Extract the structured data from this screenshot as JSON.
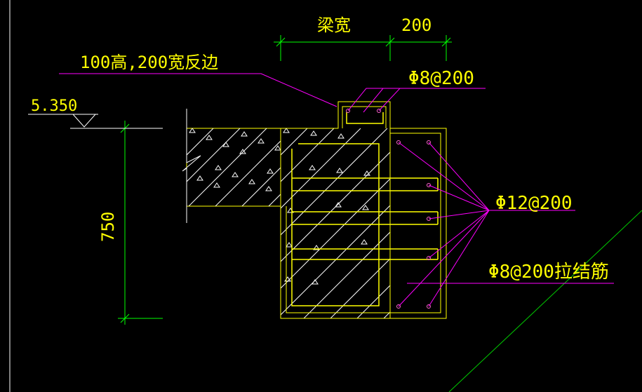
{
  "drawing": {
    "labels": {
      "beam_width": "梁宽",
      "extension_width": "200",
      "upturn_note": "100高,200宽反边",
      "elevation": "5.350",
      "height_dim": "750",
      "rebar_top": "Φ8@200",
      "rebar_side": "Φ12@200",
      "tie_bar": "Φ8@200拉结筋"
    },
    "colors": {
      "background": "#000000",
      "text": "#ffff00",
      "dimension": "#00ff00",
      "leader": "#ff00ff",
      "outline": "#ffff00",
      "hatch": "#ffffff",
      "rebar": "#ff66cc"
    },
    "icons": {
      "elevation_marker": "triangle-elevation-icon",
      "break_line": "break-line-icon"
    }
  }
}
